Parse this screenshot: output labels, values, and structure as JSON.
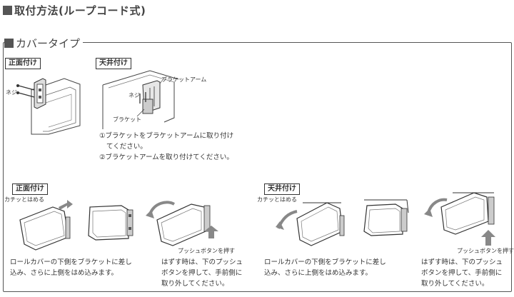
{
  "header": {
    "title": "取付方法(ループコード式)"
  },
  "section": {
    "title": "カバータイプ"
  },
  "top": {
    "front": {
      "tag": "正面付け",
      "screw_label": "ネジ"
    },
    "ceiling": {
      "tag": "天井付け",
      "bracket_arm_label": "ブラケットアーム",
      "screw_label": "ネジ",
      "bracket_label": "ブラケット",
      "steps": [
        "①ブラケットをブラケットアームに取り付け",
        "てください。",
        "②ブラケットアームを取り付けてください。"
      ]
    }
  },
  "bottom": {
    "front": {
      "tag": "正面付け",
      "click_label": "カチッとはめる",
      "push_label": "プッシュボタンを押す",
      "install_text": [
        "ロールカバーの下側をブラケットに差し",
        "込み、さらに上側をはめ込みます。"
      ],
      "remove_text": [
        "はずす時は、下のプッシュ",
        "ボタンを押して、手前側に",
        "取り外してください。"
      ]
    },
    "ceiling": {
      "tag": "天井付け",
      "click_label": "カチッとはめる",
      "push_label": "プッシュボタンを押す",
      "install_text": [
        "ロールカバーの下側をブラケットに差し",
        "込み、さらに上側をはめ込みます。"
      ],
      "remove_text": [
        "はずす時は、下のプッシュ",
        "ボタンを押して、手前側に",
        "取り外してください。"
      ]
    }
  }
}
